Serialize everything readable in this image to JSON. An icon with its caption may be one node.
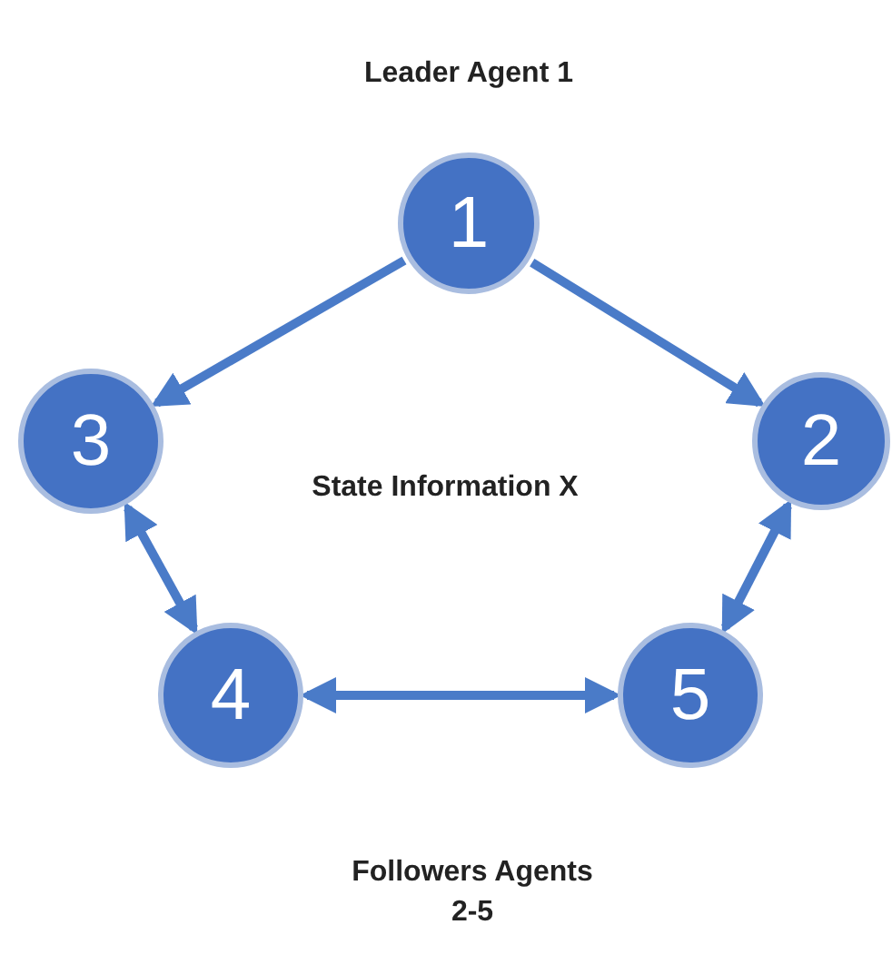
{
  "diagram": {
    "nodes": [
      {
        "text": [
          "1"
        ],
        "beside": [
          "Leader Agent 1"
        ]
      },
      {
        "text": [
          "2"
        ]
      },
      {
        "text": [
          "3"
        ]
      },
      {
        "text": [
          "4"
        ]
      },
      {
        "text": [
          "5"
        ]
      }
    ],
    "edges": [
      {
        "from": 0,
        "to": 2,
        "arrow": "to"
      },
      {
        "from": 0,
        "to": 1,
        "arrow": "to"
      },
      {
        "from": 2,
        "to": 3,
        "arrow": "both"
      },
      {
        "from": 1,
        "to": 4,
        "arrow": "both"
      },
      {
        "from": 3,
        "to": 4,
        "arrow": "both"
      }
    ],
    "labels": [
      "State Information X",
      "Followers Agents 2-5"
    ]
  }
}
